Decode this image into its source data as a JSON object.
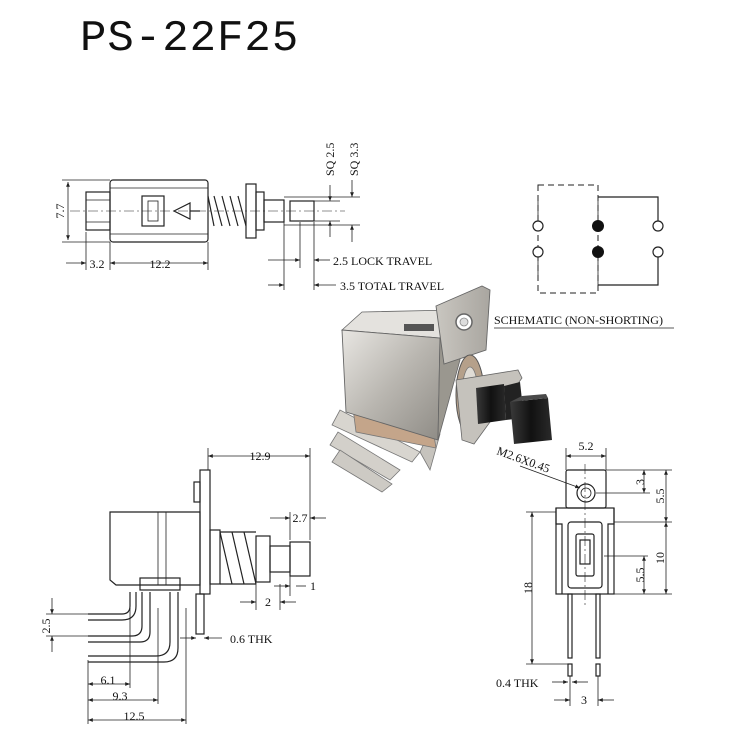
{
  "title": "PS-22F25",
  "schematic_label": "SCHEMATIC (NON-SHORTING)",
  "top_view": {
    "dim_height": "7.7",
    "dim_left": "3.2",
    "dim_body": "12.2",
    "sq_small": "SQ 2.5",
    "sq_large": "SQ 3.3",
    "lock_travel": "2.5 LOCK TRAVEL",
    "total_travel": "3.5 TOTAL TRAVEL"
  },
  "side_view": {
    "dim_top": "12.9",
    "dim_plunger": "2.7",
    "dim_1": "1",
    "dim_2": "2",
    "dim_25": "2.5",
    "thickness": "0.6 THK",
    "dim_61": "6.1",
    "dim_93": "9.3",
    "dim_125": "12.5"
  },
  "front_view": {
    "dim_width": "5.2",
    "screw": "M2.6X0.45",
    "dim_3": "3",
    "dim_55_top": "5.5",
    "dim_10": "10",
    "dim_55_bottom": "5.5",
    "dim_18": "18",
    "thickness": "0.4 THK",
    "dim_pin": "3"
  }
}
